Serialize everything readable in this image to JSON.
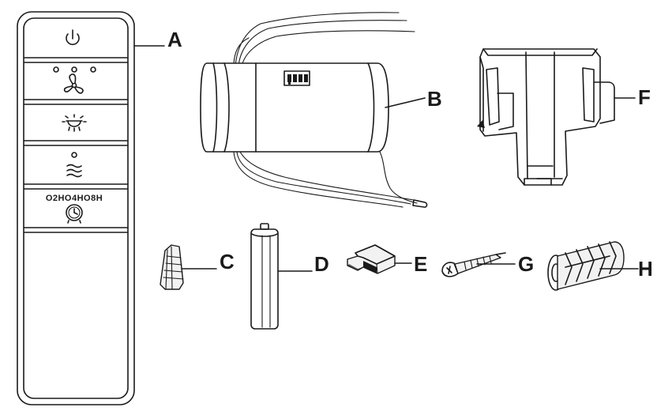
{
  "labels": {
    "a": "A",
    "b": "B",
    "c": "C",
    "d": "D",
    "e": "E",
    "f": "F",
    "g": "G",
    "h": "H"
  },
  "remote": {
    "timer_text": "O2HO4HO8H"
  },
  "icons": [
    "power-icon",
    "fan-icon",
    "light-icon",
    "breeze-icon",
    "timer-clock-icon"
  ]
}
